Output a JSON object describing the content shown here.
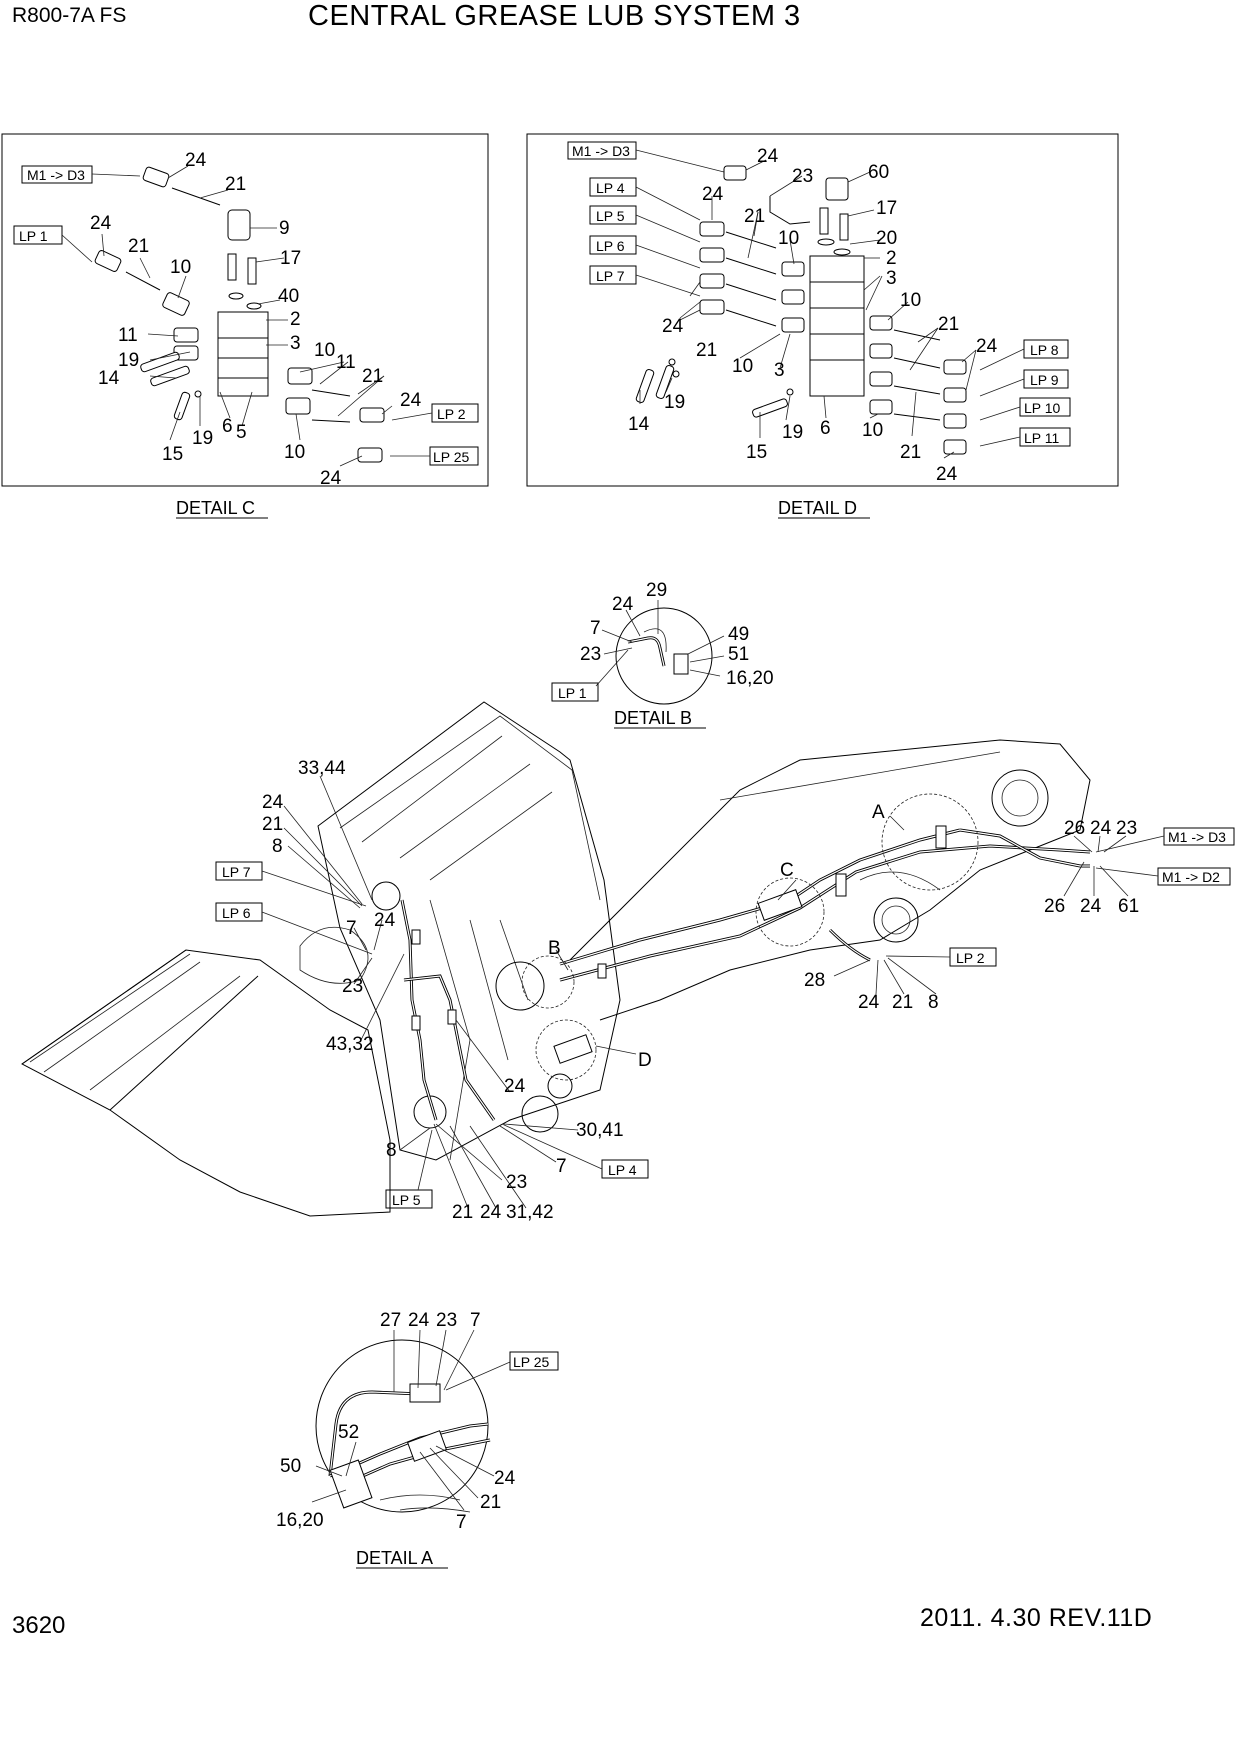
{
  "header": {
    "model": "R800-7A FS",
    "title": "CENTRAL GREASE LUB SYSTEM 3"
  },
  "footer": {
    "page_number": "3620",
    "revision": "2011. 4.30  REV.11D"
  },
  "details": {
    "C": {
      "caption": "DETAIL C",
      "boxes": [
        "M1 -> D3",
        "LP 1",
        "LP 2",
        "LP 25"
      ],
      "labels": [
        "24",
        "21",
        "9",
        "24",
        "21",
        "17",
        "10",
        "40",
        "2",
        "3",
        "11",
        "10",
        "19",
        "11",
        "14",
        "21",
        "24",
        "6",
        "5",
        "19",
        "15",
        "10",
        "24"
      ]
    },
    "D": {
      "caption": "DETAIL D",
      "boxes": [
        "M1 -> D3",
        "LP 4",
        "LP 5",
        "LP 6",
        "LP 7",
        "LP 8",
        "LP 9",
        "LP 10",
        "LP 11"
      ],
      "labels": [
        "24",
        "23",
        "60",
        "24",
        "21",
        "17",
        "10",
        "20",
        "2",
        "3",
        "10",
        "21",
        "24",
        "21",
        "10",
        "3",
        "24",
        "19",
        "14",
        "19",
        "6",
        "15",
        "10",
        "21",
        "24"
      ]
    },
    "B": {
      "caption": "DETAIL B",
      "boxes": [
        "LP 1"
      ],
      "labels": [
        "24",
        "29",
        "7",
        "23",
        "49",
        "51",
        "16,20"
      ]
    },
    "A": {
      "caption": "DETAIL A",
      "boxes": [
        "LP 25"
      ],
      "labels": [
        "27",
        "24",
        "23",
        "7",
        "52",
        "50",
        "24",
        "21",
        "16,20",
        "7"
      ]
    },
    "main": {
      "boxes": [
        "LP 7",
        "LP 6",
        "LP 5",
        "LP 4",
        "LP 2",
        "M1 -> D3",
        "M1 -> D2"
      ],
      "labels": [
        "33,44",
        "24",
        "21",
        "8",
        "7",
        "24",
        "23",
        "43,32",
        "24",
        "30,41",
        "7",
        "8",
        "23",
        "21",
        "24",
        "31,42",
        "A",
        "B",
        "C",
        "D",
        "26",
        "24",
        "23",
        "26",
        "24",
        "61",
        "28",
        "24",
        "21",
        "8"
      ]
    }
  }
}
